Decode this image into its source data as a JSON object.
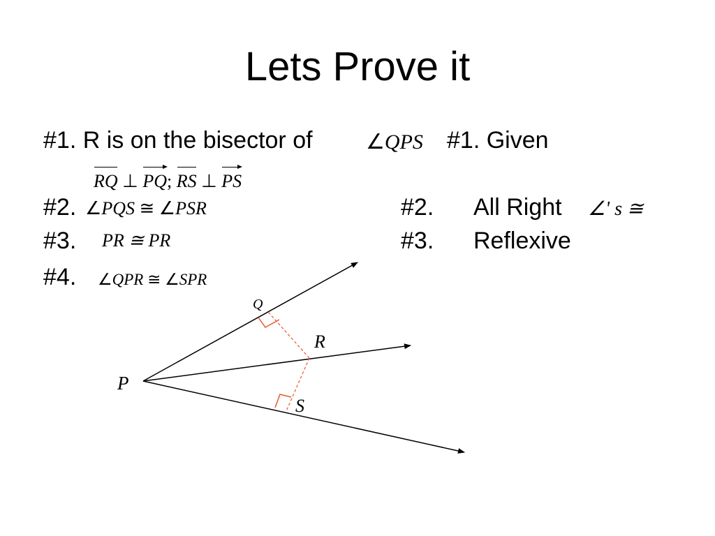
{
  "title": "Lets Prove it",
  "statements": {
    "s1_num": "#1.",
    "s1_text": "R is on the bisector of",
    "s1_angle": "QPS",
    "s1_perp1_seg": "RQ",
    "s1_perp1_ray": "PQ",
    "s1_sep": ";",
    "s1_perp2_seg": "RS",
    "s1_perp2_ray": "PS",
    "s2_num": "#2.",
    "s2_angle1": "PQS",
    "s2_angle2": "PSR",
    "s3_num": "#3.",
    "s3_expr": "PR ≅ PR",
    "s4_num": "#4.",
    "s4_angle1": "QPR",
    "s4_angle2": "SPR"
  },
  "reasons": {
    "r1": "#1. Given",
    "r2_num": "#2.",
    "r2_text": "All Right",
    "r2_math": "∠' s ≅",
    "r3_num": "#3.",
    "r3_text": "Reflexive"
  },
  "symbols": {
    "angle": "∠",
    "perp": "⊥",
    "congruent": "≅"
  },
  "diagram": {
    "label_p": "P",
    "label_q": "Q",
    "label_r": "R",
    "label_s": "S",
    "perp_color": "#e8582a"
  }
}
